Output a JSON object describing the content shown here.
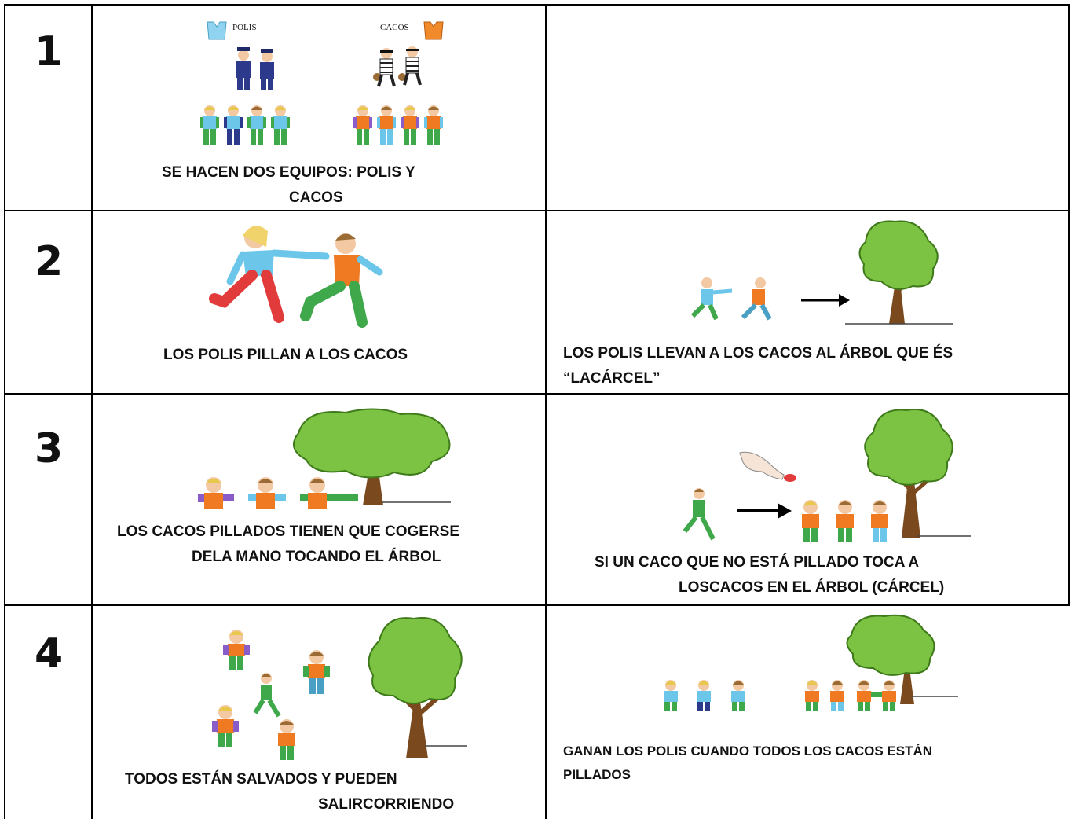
{
  "rows": [
    {
      "number": "1",
      "left": {
        "label_polis": "POLIS",
        "label_cacos": "CACOS",
        "caption_line1": "SE HACEN DOS EQUIPOS: POLIS Y",
        "caption_line2": "CACOS"
      },
      "right": {}
    },
    {
      "number": "2",
      "left": {
        "caption_line1": "LOS POLIS PILLAN A LOS CACOS"
      },
      "right": {
        "caption_line1": "LOS POLIS LLEVAN A LOS CACOS AL ÁRBOL QUE ÉS",
        "caption_line2": "“LACÁRCEL”"
      }
    },
    {
      "number": "3",
      "left": {
        "caption_line1": "LOS CACOS PILLADOS TIENEN QUE COGERSE",
        "caption_line2": "DELA MANO TOCANDO EL ÁRBOL"
      },
      "right": {
        "caption_line1": "SI UN CACO QUE NO ESTÁ PILLADO TOCA A",
        "caption_line2": "LOSCACOS EN EL ÁRBOL (CÁRCEL)"
      }
    },
    {
      "number": "4",
      "left": {
        "caption_line1": "TODOS ESTÁN SALVADOS Y PUEDEN",
        "caption_line2": "SALIRCORRIENDO"
      },
      "right": {
        "caption_line1": "GANAN LOS POLIS CUANDO TODOS LOS CACOS ESTÁN",
        "caption_line2": "PILLADOS"
      }
    }
  ],
  "colors": {
    "border": "#000000",
    "tree_leaf": "#7cc243",
    "tree_trunk": "#7a4a1e",
    "shirt_blue": "#6cc6ea",
    "shirt_orange": "#f07a22",
    "pants_green": "#3fa84a",
    "pants_red": "#e23b3b",
    "police_blue": "#2d3a8c"
  }
}
